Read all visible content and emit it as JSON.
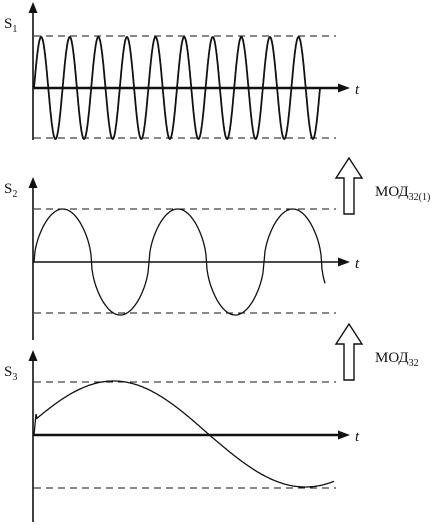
{
  "panels": [
    {
      "signal": "S",
      "subscript": "1",
      "time_label": "t"
    },
    {
      "signal": "S",
      "subscript": "2",
      "time_label": "t"
    },
    {
      "signal": "S",
      "subscript": "3",
      "time_label": "t"
    }
  ],
  "modulations": [
    {
      "text": "МОД",
      "subscript": "32(1)"
    },
    {
      "text": "МОД",
      "subscript": "32"
    }
  ]
}
